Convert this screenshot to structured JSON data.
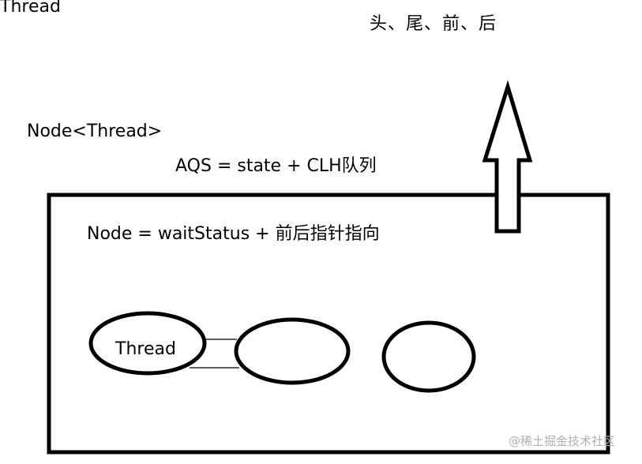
{
  "labels": {
    "thread_top": "Thread",
    "head_tail_prev_next": "头、尾、前、后",
    "node_thread": "Node<Thread>",
    "aqs_formula": "AQS = state + CLH队列",
    "node_formula": "Node = waitStatus + 前后指针指向",
    "thread_in_node": "Thread"
  },
  "watermark": "@稀土掘金技术社区"
}
